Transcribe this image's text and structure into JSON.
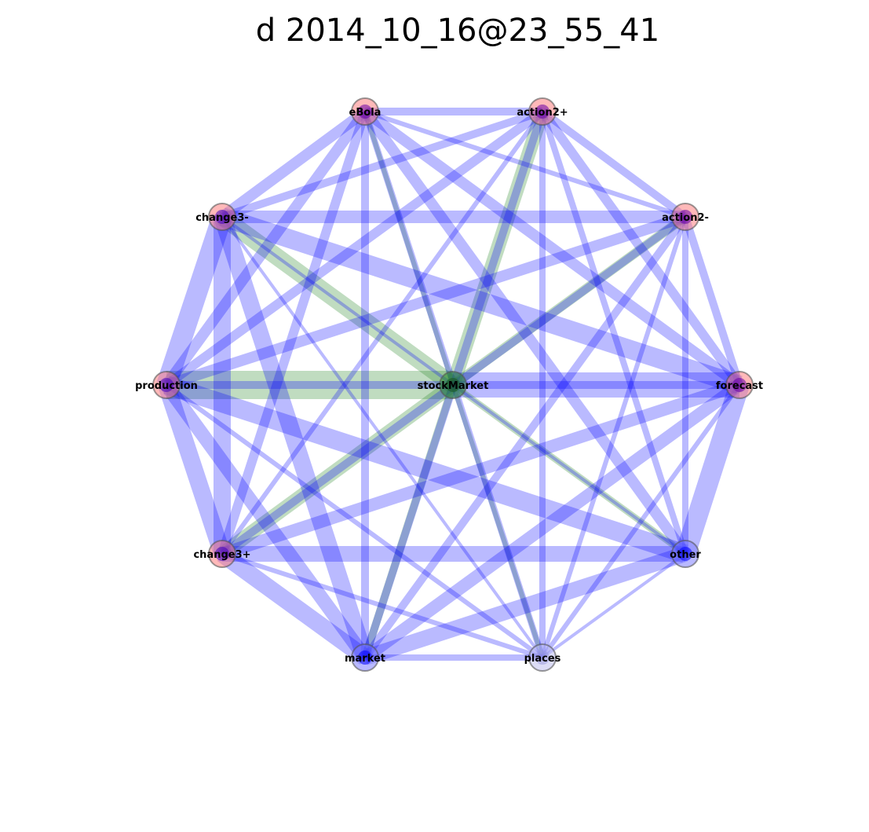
{
  "title": "d 2014_10_16@23_55_41",
  "colors": {
    "edge_blue": "#0000ff",
    "edge_green": "#2e8b2e",
    "node_fill": "#ff7f7f",
    "node_center_purple": "#6a00a8",
    "node_stroke": "#555555"
  },
  "nodes": [
    {
      "id": "eBola",
      "label": "eBola",
      "fill": "#ff7f7f",
      "core": "#6a00a8"
    },
    {
      "id": "action2plus",
      "label": "action2+",
      "fill": "#ff7f7f",
      "core": "#6a00a8"
    },
    {
      "id": "change3minus",
      "label": "change3-",
      "fill": "#ff7f7f",
      "core": "#4000c0"
    },
    {
      "id": "action2minus",
      "label": "action2-",
      "fill": "#ff7f7f",
      "core": "#6a00a8"
    },
    {
      "id": "production",
      "label": "production",
      "fill": "#ff7f7f",
      "core": "#4000c0"
    },
    {
      "id": "stockMarket",
      "label": "stockMarket",
      "fill": "#2e8b2e",
      "core": "#1a5a1a"
    },
    {
      "id": "forecast",
      "label": "forecast",
      "fill": "#ff7f7f",
      "core": "#6a00a8"
    },
    {
      "id": "change3plus",
      "label": "change3+",
      "fill": "#ff7f7f",
      "core": "#4000c0"
    },
    {
      "id": "other",
      "label": "other",
      "fill": "#7f7fff",
      "core": "#0000ff"
    },
    {
      "id": "market",
      "label": "market",
      "fill": "#7f7fff",
      "core": "#0000ff"
    },
    {
      "id": "places",
      "label": "places",
      "fill": "#bfbfef",
      "core": "#9f9fdf"
    }
  ],
  "edges": [
    {
      "a": "stockMarket",
      "b": "production",
      "w": 36,
      "c": "green"
    },
    {
      "a": "stockMarket",
      "b": "forecast",
      "w": 32,
      "c": "blue"
    },
    {
      "a": "stockMarket",
      "b": "change3minus",
      "w": 22,
      "c": "green"
    },
    {
      "a": "stockMarket",
      "b": "action2plus",
      "w": 18,
      "c": "green"
    },
    {
      "a": "stockMarket",
      "b": "action2minus",
      "w": 12,
      "c": "green"
    },
    {
      "a": "stockMarket",
      "b": "change3plus",
      "w": 18,
      "c": "green"
    },
    {
      "a": "stockMarket",
      "b": "market",
      "w": 10,
      "c": "green"
    },
    {
      "a": "stockMarket",
      "b": "other",
      "w": 8,
      "c": "green"
    },
    {
      "a": "stockMarket",
      "b": "eBola",
      "w": 6,
      "c": "green"
    },
    {
      "a": "stockMarket",
      "b": "places",
      "w": 6,
      "c": "green"
    },
    {
      "a": "eBola",
      "b": "action2plus",
      "w": 10,
      "c": "blue"
    },
    {
      "a": "eBola",
      "b": "change3minus",
      "w": 14,
      "c": "blue"
    },
    {
      "a": "eBola",
      "b": "action2minus",
      "w": 6,
      "c": "blue"
    },
    {
      "a": "eBola",
      "b": "production",
      "w": 14,
      "c": "blue"
    },
    {
      "a": "eBola",
      "b": "forecast",
      "w": 14,
      "c": "blue"
    },
    {
      "a": "eBola",
      "b": "change3plus",
      "w": 12,
      "c": "blue"
    },
    {
      "a": "eBola",
      "b": "other",
      "w": 14,
      "c": "blue"
    },
    {
      "a": "eBola",
      "b": "market",
      "w": 10,
      "c": "blue"
    },
    {
      "a": "eBola",
      "b": "places",
      "w": 8,
      "c": "blue"
    },
    {
      "a": "action2plus",
      "b": "change3minus",
      "w": 10,
      "c": "blue"
    },
    {
      "a": "action2plus",
      "b": "action2minus",
      "w": 10,
      "c": "blue"
    },
    {
      "a": "action2plus",
      "b": "production",
      "w": 12,
      "c": "blue"
    },
    {
      "a": "action2plus",
      "b": "forecast",
      "w": 12,
      "c": "blue"
    },
    {
      "a": "action2plus",
      "b": "change3plus",
      "w": 6,
      "c": "blue"
    },
    {
      "a": "action2plus",
      "b": "other",
      "w": 8,
      "c": "blue"
    },
    {
      "a": "action2plus",
      "b": "market",
      "w": 10,
      "c": "blue"
    },
    {
      "a": "action2plus",
      "b": "places",
      "w": 8,
      "c": "blue"
    },
    {
      "a": "change3minus",
      "b": "action2minus",
      "w": 16,
      "c": "blue"
    },
    {
      "a": "change3minus",
      "b": "production",
      "w": 26,
      "c": "blue"
    },
    {
      "a": "change3minus",
      "b": "forecast",
      "w": 24,
      "c": "blue"
    },
    {
      "a": "change3minus",
      "b": "change3plus",
      "w": 22,
      "c": "blue"
    },
    {
      "a": "change3minus",
      "b": "other",
      "w": 4,
      "c": "blue"
    },
    {
      "a": "change3minus",
      "b": "market",
      "w": 22,
      "c": "blue"
    },
    {
      "a": "change3minus",
      "b": "places",
      "w": 4,
      "c": "blue"
    },
    {
      "a": "action2minus",
      "b": "production",
      "w": 14,
      "c": "blue"
    },
    {
      "a": "action2minus",
      "b": "forecast",
      "w": 10,
      "c": "blue"
    },
    {
      "a": "action2minus",
      "b": "change3plus",
      "w": 10,
      "c": "blue"
    },
    {
      "a": "action2minus",
      "b": "other",
      "w": 8,
      "c": "blue"
    },
    {
      "a": "action2minus",
      "b": "market",
      "w": 10,
      "c": "blue"
    },
    {
      "a": "action2minus",
      "b": "places",
      "w": 6,
      "c": "blue"
    },
    {
      "a": "production",
      "b": "forecast",
      "w": 10,
      "c": "blue"
    },
    {
      "a": "production",
      "b": "change3plus",
      "w": 22,
      "c": "blue"
    },
    {
      "a": "production",
      "b": "other",
      "w": 24,
      "c": "blue"
    },
    {
      "a": "production",
      "b": "market",
      "w": 18,
      "c": "blue"
    },
    {
      "a": "production",
      "b": "places",
      "w": 6,
      "c": "blue"
    },
    {
      "a": "forecast",
      "b": "change3plus",
      "w": 16,
      "c": "blue"
    },
    {
      "a": "forecast",
      "b": "other",
      "w": 26,
      "c": "blue"
    },
    {
      "a": "forecast",
      "b": "market",
      "w": 16,
      "c": "blue"
    },
    {
      "a": "forecast",
      "b": "places",
      "w": 6,
      "c": "blue"
    },
    {
      "a": "change3plus",
      "b": "other",
      "w": 20,
      "c": "blue"
    },
    {
      "a": "change3plus",
      "b": "market",
      "w": 22,
      "c": "blue"
    },
    {
      "a": "change3plus",
      "b": "places",
      "w": 6,
      "c": "blue"
    },
    {
      "a": "other",
      "b": "market",
      "w": 20,
      "c": "blue"
    },
    {
      "a": "other",
      "b": "places",
      "w": 4,
      "c": "blue"
    },
    {
      "a": "market",
      "b": "places",
      "w": 8,
      "c": "blue"
    }
  ]
}
